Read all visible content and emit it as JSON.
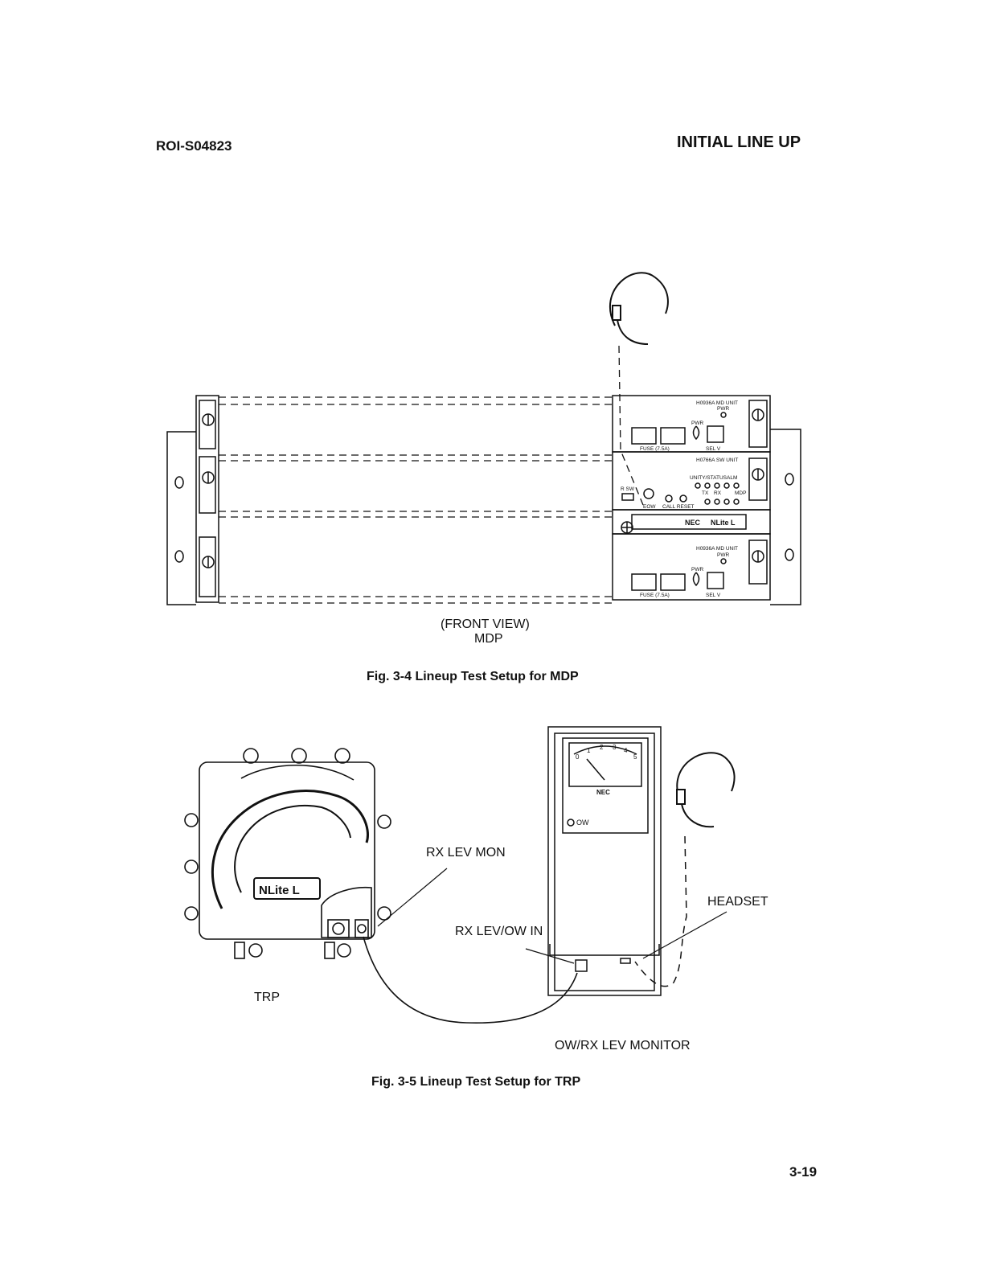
{
  "header": {
    "doc_id": "ROI-S04823",
    "section": "INITIAL LINE UP"
  },
  "figure1": {
    "view_label": "(FRONT VIEW)",
    "equipment_label": "MDP",
    "caption": "Fig. 3-4  Lineup Test Setup for MDP",
    "panel_md_top": {
      "title": "H0936A MD UNIT",
      "pwr": "PWR",
      "fuse": "FUSE (7.5A)",
      "sel": "SEL V"
    },
    "panel_sw": {
      "title": "H0766A SW UNIT",
      "rsw": "R SW",
      "eow": "EOW",
      "call_reset": "CALL RESET",
      "unity": "UNITY/STATUS",
      "alm": "ALM",
      "tx": "TX",
      "rx": "RX",
      "mdp": "MDP"
    },
    "brand": "NEC",
    "product": "NLite L",
    "panel_md_bottom": {
      "title": "H0936A MD UNIT",
      "pwr": "PWR",
      "fuse": "FUSE (7.5A)",
      "sel": "SEL V"
    }
  },
  "figure2": {
    "label_rx_lev_mon": "RX LEV MON",
    "label_rx_lev_ow_in": "RX LEV/OW IN",
    "label_headset": "HEADSET",
    "label_trp": "TRP",
    "label_monitor": "OW/RX LEV MONITOR",
    "caption": "Fig. 3-5  Lineup Test Setup for TRP",
    "meter_brand": "NEC",
    "meter_scale": [
      "0",
      "1",
      "2",
      "3",
      "4",
      "5"
    ],
    "ow": "OW",
    "trp_badge": "NLite L"
  },
  "footer": {
    "page": "3-19"
  }
}
